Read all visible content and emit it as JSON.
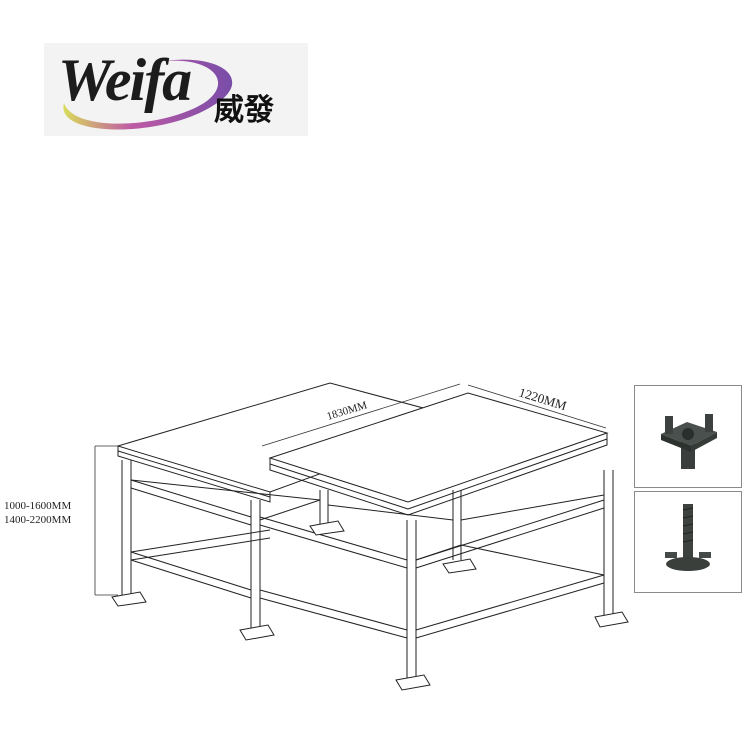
{
  "logo": {
    "word": "Weifa",
    "chinese": "威發"
  },
  "dimensions": {
    "length": "1830MM",
    "width": "1220MM",
    "height_range_1": "1000-1600MM",
    "height_range_2": "1400-2200MM"
  }
}
